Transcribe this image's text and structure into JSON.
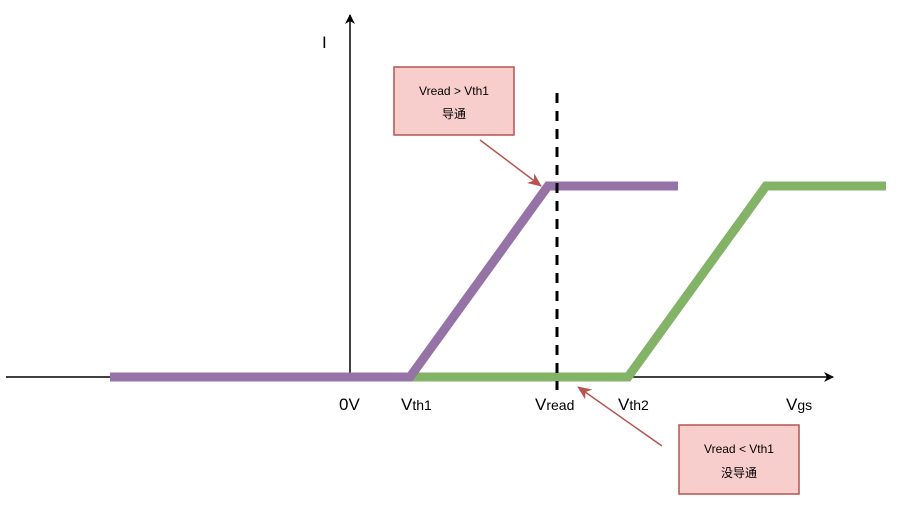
{
  "axes": {
    "y_label": "I",
    "x_label_main": "V",
    "x_label_sub": "gs",
    "origin_label": "0V"
  },
  "ticks": [
    {
      "main": "V",
      "sub": "th1"
    },
    {
      "main": "V",
      "sub": "read"
    },
    {
      "main": "V",
      "sub": "th2"
    }
  ],
  "callouts": [
    {
      "line1": "Vread > Vth1",
      "line2": "导通"
    },
    {
      "line1": "Vread < Vth1",
      "line2": "没导通"
    }
  ],
  "colors": {
    "curve_vth1": "#9673a6",
    "curve_vth2": "#82b366",
    "callout_fill": "#f8cecc",
    "callout_stroke": "#b85450"
  }
}
